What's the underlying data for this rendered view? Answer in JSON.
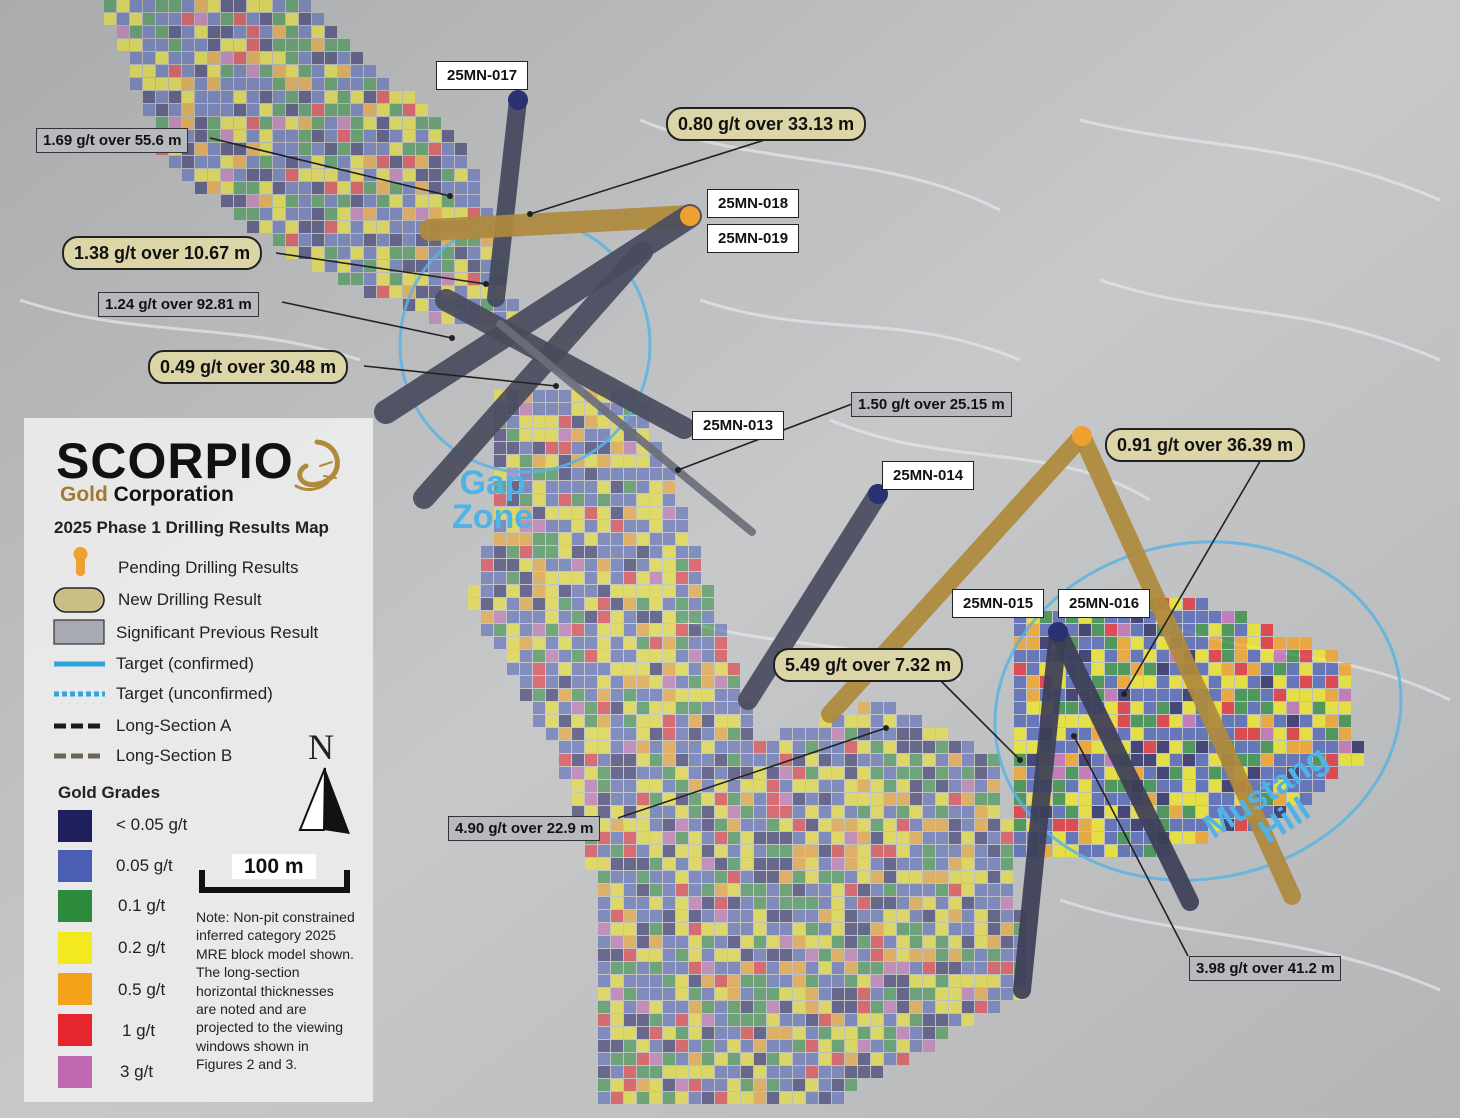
{
  "logo": {
    "name": "SCORPIO",
    "subtitle_gold": "Gold",
    "subtitle_corp": "Corporation"
  },
  "legend": {
    "title": "2025 Phase 1 Drilling Results Map",
    "items": [
      {
        "label": "Pending Drilling Results",
        "icon": "pending-marker-icon",
        "color": "#f0a030"
      },
      {
        "label": "New Drilling Result",
        "icon": "new-result-pill-icon",
        "color": "#c9bf86"
      },
      {
        "label": "Significant Previous Result",
        "icon": "previous-result-box-icon",
        "color": "#a7aab2"
      },
      {
        "label": "Target (confirmed)",
        "icon": "solid-line-icon",
        "color": "#2fa4df"
      },
      {
        "label": "Target (unconfirmed)",
        "icon": "dotted-line-icon",
        "color": "#2fa4df"
      },
      {
        "label": "Long-Section A",
        "icon": "dashed-line-icon",
        "color": "#1a1a1a"
      },
      {
        "label": "Long-Section B",
        "icon": "dashed-line-icon",
        "color": "#6f6556"
      }
    ],
    "grades_title": "Gold Grades",
    "grades": [
      {
        "label": "< 0.05 g/t",
        "color": "#1f1f5e"
      },
      {
        "label": "0.05 g/t",
        "color": "#4a5fb4"
      },
      {
        "label": "0.1 g/t",
        "color": "#2c8a3c"
      },
      {
        "label": "0.2 g/t",
        "color": "#f2ea1e"
      },
      {
        "label": "0.5 g/t",
        "color": "#f5a21b"
      },
      {
        "label": "1 g/t",
        "color": "#e6262e"
      },
      {
        "label": "3 g/t",
        "color": "#c168b3"
      }
    ],
    "scale": "100 m",
    "north": "N",
    "note": [
      "Note: Non-pit constrained",
      "inferred category 2025",
      "MRE block model shown.",
      "The long-section",
      "horizontal thicknesses",
      "are noted and are",
      "projected to the viewing",
      "windows shown in",
      "Figures 2 and 3."
    ]
  },
  "holes": [
    "25MN-017",
    "25MN-018",
    "25MN-019",
    "25MN-013",
    "25MN-014",
    "25MN-015",
    "25MN-016"
  ],
  "new_results": [
    "0.80 g/t over 33.13 m",
    "1.38 g/t over 10.67 m",
    "0.49 g/t over 30.48 m",
    "0.91 g/t over 36.39 m",
    "5.49 g/t over 7.32 m"
  ],
  "previous_results": [
    "1.69 g/t over 55.6 m",
    "1.24 g/t over 92.81 m",
    "1.50 g/t over 25.15 m",
    "4.90 g/t over 22.9 m",
    "3.98 g/t over 41.2 m"
  ],
  "zones": {
    "gap": [
      "Gap",
      "Zone"
    ],
    "mustang": [
      "Mustang",
      "Hill"
    ]
  },
  "colors": {
    "confirmed_target": "#5ab4e0",
    "pending_hole": "#b08a3c",
    "completed_hole": "#4a4c5e",
    "new_result_fill": "#dcd5a8",
    "previous_result_fill": "#b7b9bf"
  }
}
